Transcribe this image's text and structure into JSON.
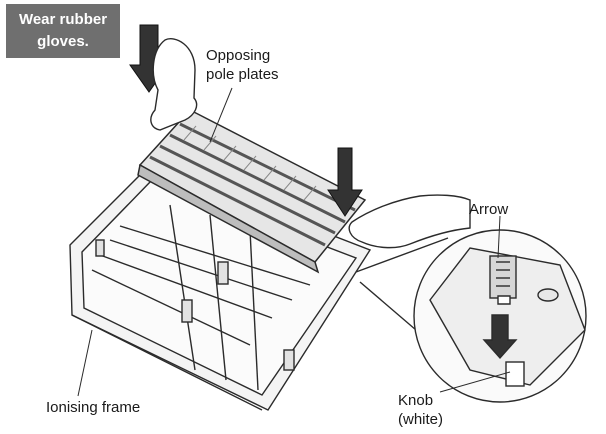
{
  "warning": {
    "line1": "Wear rubber",
    "line2": "gloves."
  },
  "labels": {
    "pole_plates_line1": "Opposing",
    "pole_plates_line2": "pole plates",
    "arrow": "Arrow",
    "knob_line1": "Knob",
    "knob_line2": "(white)",
    "ionising_frame": "Ionising frame"
  },
  "colors": {
    "badge_bg": "#6f6f6f",
    "line_art": "#2b2b2b",
    "frame_fill": "#f2f2f2",
    "plate_fill": "#d8d8d8",
    "push_arrow_fill": "#333333"
  }
}
